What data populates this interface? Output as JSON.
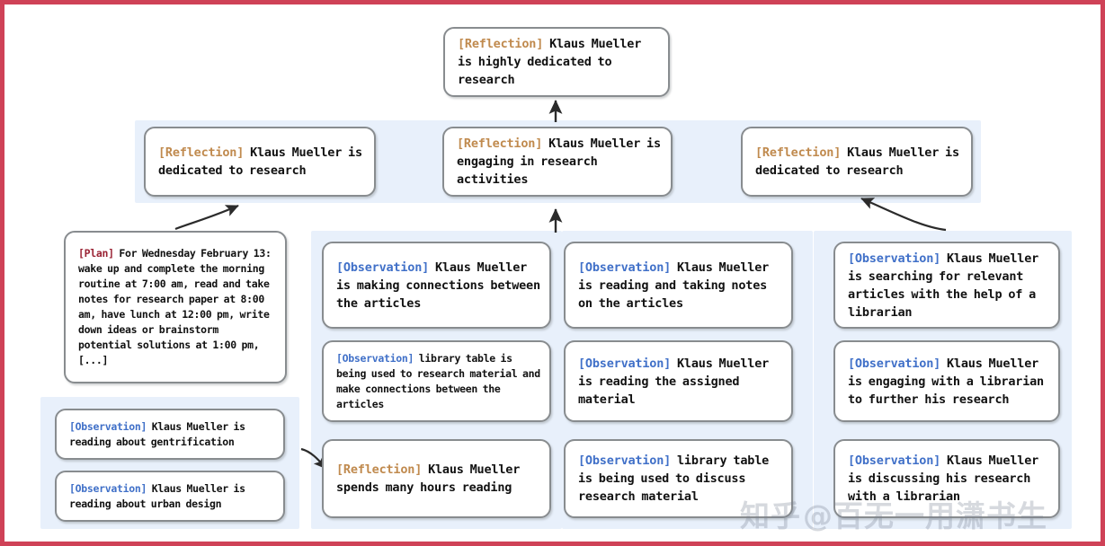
{
  "figure": {
    "type": "reflection-tree-diagram",
    "border_color": "#cf4257",
    "panel_color": "#e8f0fb",
    "node_border_color": "#888c8f",
    "tag_colors": {
      "reflection": "#c08a4e",
      "observation": "#4070c8",
      "plan": "#9a2334"
    }
  },
  "root": {
    "tag": "[Reflection]",
    "text": " Klaus Mueller is highly dedicated to research"
  },
  "reflections": [
    {
      "tag": "[Reflection]",
      "text": " Klaus Mueller is dedicated to research"
    },
    {
      "tag": "[Reflection]",
      "text": " Klaus Mueller is engaging in research activities"
    },
    {
      "tag": "[Reflection]",
      "text": " Klaus Mueller is dedicated to research"
    }
  ],
  "plan": {
    "tag": "[Plan]",
    "text": " For Wednesday February 13: wake up and complete the morning routine at 7:00 am, read and take notes for research paper at 8:00 am, have lunch at 12:00 pm, write down ideas or brainstorm potential solutions at 1:00 pm, [...]"
  },
  "left_observations": [
    {
      "tag": "[Observation]",
      "text": " Klaus Mueller is reading about gentrification"
    },
    {
      "tag": "[Observation]",
      "text": " Klaus Mueller is reading about urban design"
    }
  ],
  "column_a": [
    {
      "tag": "[Observation]",
      "text": " Klaus Mueller is making connections between the articles"
    },
    {
      "tag": "[Observation]",
      "text": " library table is being used to research material and make connections between the articles"
    },
    {
      "tag": "[Reflection]",
      "text": " Klaus Mueller spends many hours reading"
    }
  ],
  "column_b": [
    {
      "tag": "[Observation]",
      "text": " Klaus Mueller is reading and taking notes on the articles"
    },
    {
      "tag": "[Observation]",
      "text": " Klaus Mueller is reading the assigned material"
    },
    {
      "tag": "[Observation]",
      "text": " library table is being used to discuss research material"
    }
  ],
  "column_c": [
    {
      "tag": "[Observation]",
      "text": " Klaus Mueller is searching for relevant articles with the help of a librarian"
    },
    {
      "tag": "[Observation]",
      "text": " Klaus Mueller is engaging with a librarian to further his research"
    },
    {
      "tag": "[Observation]",
      "text": " Klaus Mueller is discussing his research with a librarian"
    }
  ],
  "watermark": {
    "logo": "知乎",
    "handle": "@百无一用潇书生"
  }
}
